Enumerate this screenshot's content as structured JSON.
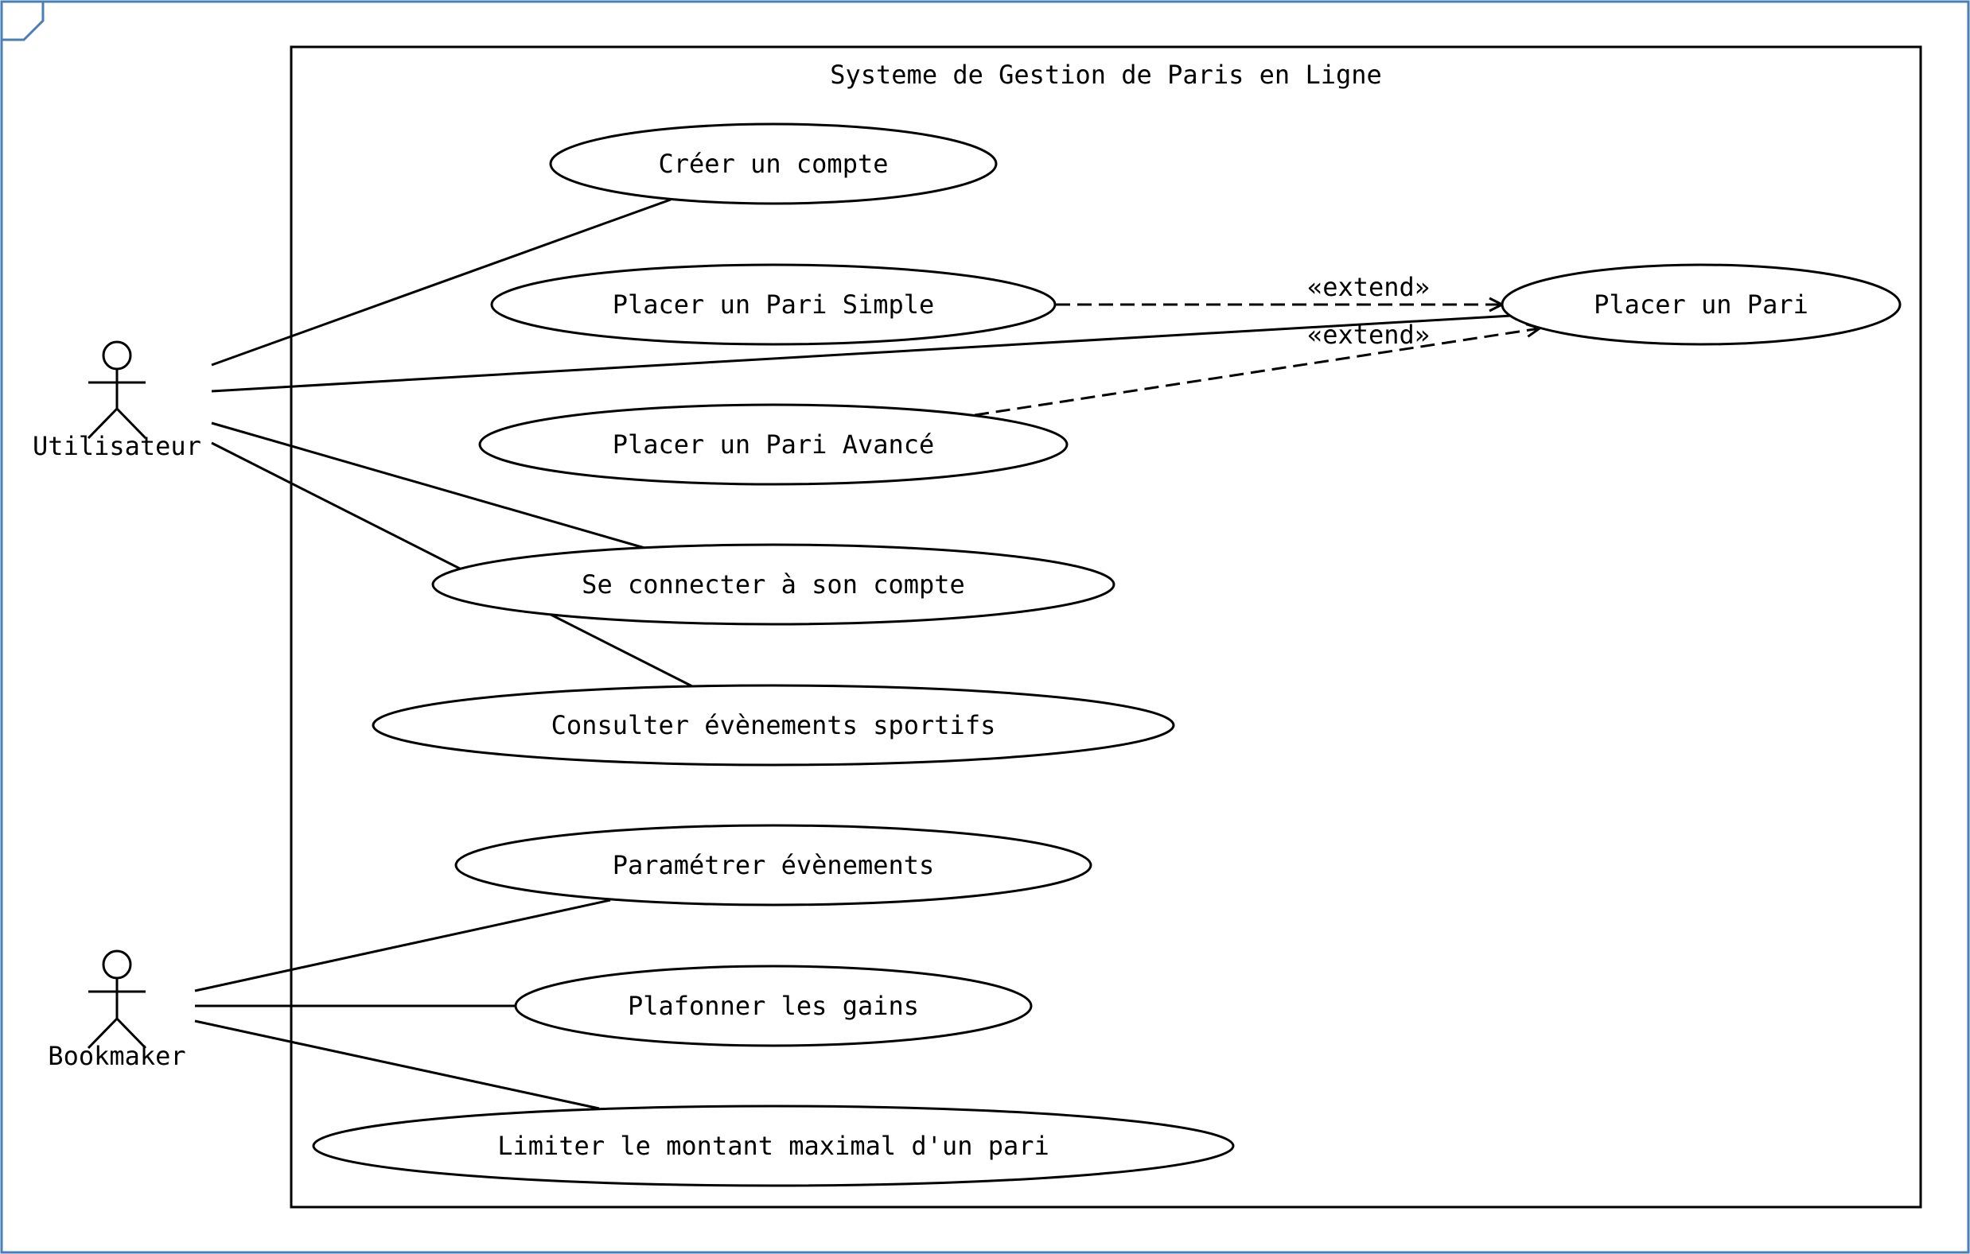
{
  "system": {
    "title": "Systeme de Gestion de Paris en Ligne"
  },
  "actors": {
    "utilisateur": "Utilisateur",
    "bookmaker": "Bookmaker"
  },
  "use_cases": {
    "creer_compte": "Créer un compte",
    "pari_simple": "Placer un Pari Simple",
    "pari_avance": "Placer un Pari Avancé",
    "se_connecter": "Se connecter à son compte",
    "consulter": "Consulter évènements sportifs",
    "parametrer": "Paramétrer évènements",
    "plafonner": "Plafonner les gains",
    "limiter": "Limiter le montant maximal d'un pari",
    "placer_pari": "Placer un Pari"
  },
  "relations": {
    "extend_1": "«extend»",
    "extend_2": "«extend»"
  }
}
